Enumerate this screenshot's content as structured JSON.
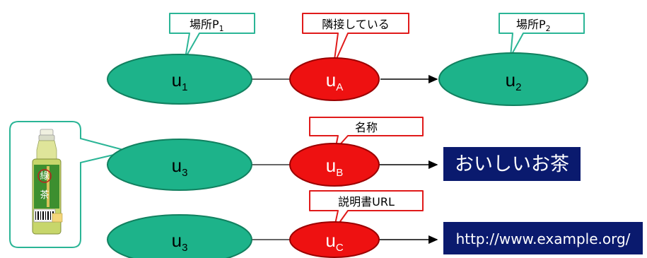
{
  "rows": [
    {
      "subject": {
        "main": "u",
        "sub": "1"
      },
      "predicate": {
        "main": "u",
        "sub": "A",
        "label": "隣接している"
      },
      "object": {
        "kind": "node",
        "main": "u",
        "sub": "2"
      },
      "subject_label": "場所P",
      "subject_label_sub": "1",
      "object_label": "場所P",
      "object_label_sub": "2"
    },
    {
      "subject": {
        "main": "u",
        "sub": "3"
      },
      "predicate": {
        "main": "u",
        "sub": "B",
        "label": "名称"
      },
      "object": {
        "kind": "literal",
        "text": "おいしいお茶"
      }
    },
    {
      "subject": {
        "main": "u",
        "sub": "3"
      },
      "predicate": {
        "main": "u",
        "sub": "C",
        "label": "説明書URL"
      },
      "object": {
        "kind": "literal",
        "text": "http://www.example.org/"
      }
    }
  ],
  "image_callout": {
    "icon": "green-tea-bottle-icon",
    "bottle_label": "綠茶"
  },
  "colors": {
    "subject_fill": "#1db38a",
    "predicate_fill": "#ee1111",
    "literal_fill": "#0a1a6e",
    "callout_border_green": "#2bb596",
    "callout_border_red": "#e01a1a"
  }
}
